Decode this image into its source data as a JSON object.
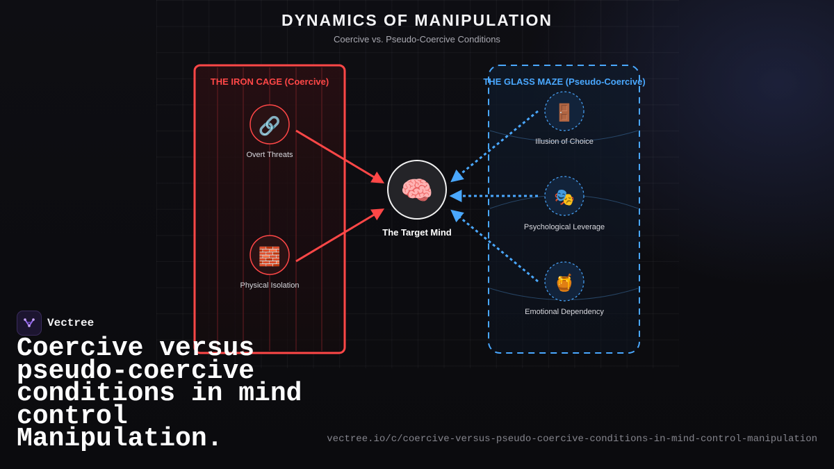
{
  "header": {
    "title": "DYNAMICS OF MANIPULATION",
    "subtitle": "Coercive vs. Pseudo-Coercive Conditions"
  },
  "colors": {
    "coercive": "#ff4747",
    "pseudo": "#4aa8ff",
    "background": "#0c0c10"
  },
  "left_panel": {
    "label": "THE IRON CAGE (Coercive)",
    "nodes": [
      {
        "icon": "🔗",
        "icon_name": "chains-icon",
        "label": "Overt Threats"
      },
      {
        "icon": "🧱",
        "icon_name": "brick-wall-icon",
        "label": "Physical Isolation"
      }
    ]
  },
  "center": {
    "icon": "🧠",
    "icon_name": "brain-icon",
    "label": "The Target Mind"
  },
  "right_panel": {
    "label": "THE GLASS MAZE (Pseudo-Coercive)",
    "nodes": [
      {
        "icon": "🚪",
        "icon_name": "door-icon",
        "label": "Illusion of Choice"
      },
      {
        "icon": "🎭",
        "icon_name": "theater-masks-icon",
        "label": "Psychological Leverage"
      },
      {
        "icon": "🍯",
        "icon_name": "honey-pot-icon",
        "label": "Emotional Dependency"
      }
    ]
  },
  "brand": {
    "name": "Vectree"
  },
  "headline": "Coercive versus pseudo-coercive conditions in mind control Manipulation.",
  "url": "vectree.io/c/coercive-versus-pseudo-coercive-conditions-in-mind-control-manipulation"
}
